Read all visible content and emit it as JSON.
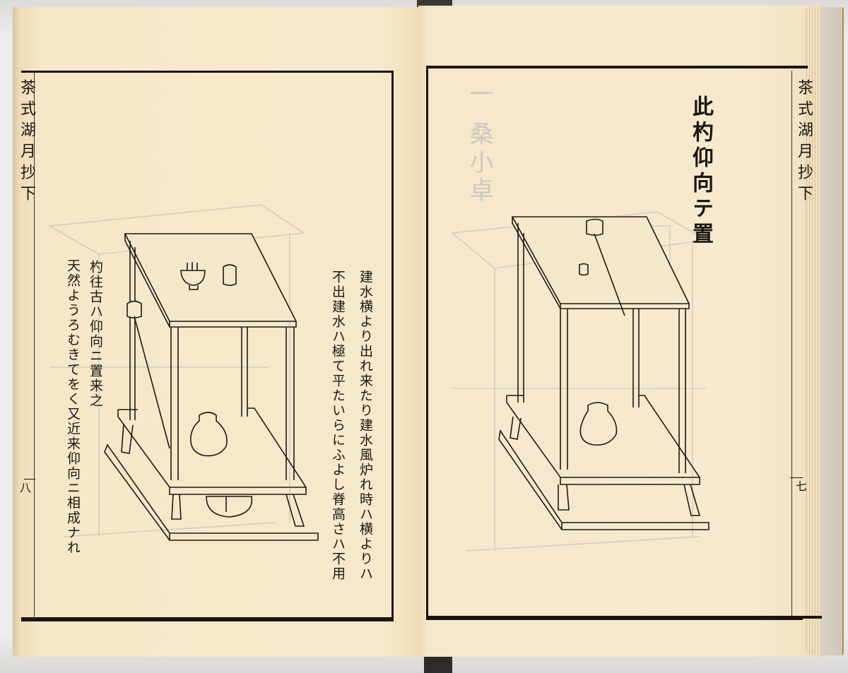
{
  "book": {
    "left_page": {
      "running_title": "茶式湖月抄下",
      "folio_mark": "八",
      "caption_left": {
        "line1": "杓往古ハ仰向ニ置来之",
        "line2": "天然ようろむきてをく又近来仰向ニ相成ナれ"
      },
      "caption_right": {
        "line1": "建水横より出れ来たり建水風炉れ時ハ横よりハ",
        "line2": "不出建水ハ極て平たいらにふよし脊高さハ不用"
      },
      "illustration": "two-tier-daisu-stand-with-tea-bowl-caddy-ladle-and-water-jar"
    },
    "right_page": {
      "running_title": "茶式湖月抄下",
      "folio_mark": "七",
      "heading": "此杓仰向テ置",
      "bleed_through_text": "一 桑小卓",
      "illustration": "two-tier-stand-with-upturned-ladle-and-water-jar"
    },
    "colors": {
      "paper": "#f5e7c8",
      "ink": "#1a1612",
      "bleed_through": "#9aa3ab",
      "background": "#e9e8e6"
    }
  }
}
